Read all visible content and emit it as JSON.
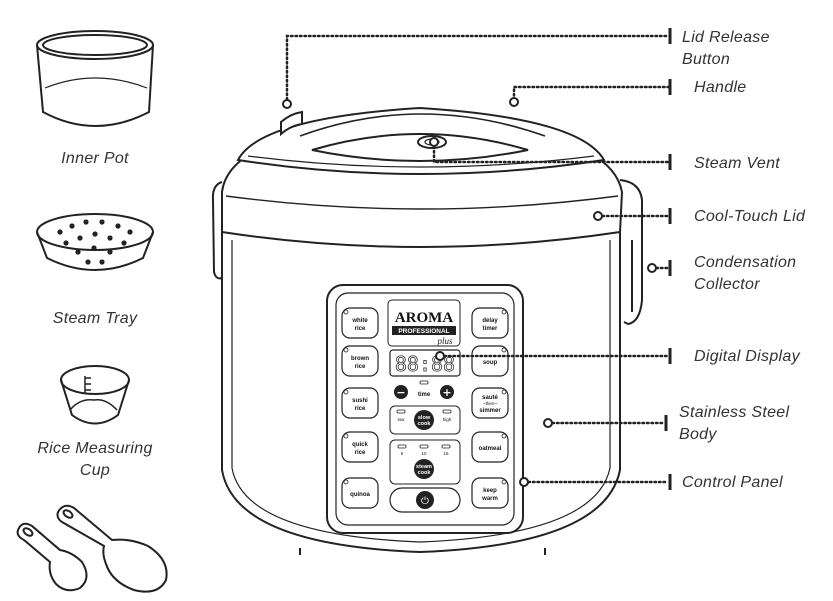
{
  "callouts": {
    "lid_release": [
      "Lid Release",
      "Button"
    ],
    "handle": "Handle",
    "steam_vent": "Steam Vent",
    "cool_touch_lid": "Cool-Touch Lid",
    "condensation": [
      "Condensation",
      "Collector"
    ],
    "digital_display": "Digital Display",
    "stainless_body": [
      "Stainless Steel",
      "Body"
    ],
    "control_panel": "Control Panel"
  },
  "accessories": {
    "inner_pot": "Inner Pot",
    "steam_tray": "Steam Tray",
    "measuring_cup": [
      "Rice Measuring",
      "Cup"
    ]
  },
  "panel": {
    "brand": "AROMA",
    "brand_sub": "PROFESSIONAL",
    "brand_plus": "plus",
    "display_digits": "88:88",
    "left_buttons": [
      [
        "white",
        "rice"
      ],
      [
        "brown",
        "rice"
      ],
      [
        "sushi",
        "rice"
      ],
      [
        "quick",
        "rice"
      ],
      [
        "quinoa"
      ]
    ],
    "right_buttons": [
      [
        "delay",
        "timer"
      ],
      [
        "soup"
      ],
      [
        "sauté",
        "~then~",
        "simmer"
      ],
      [
        "oatmeal"
      ],
      [
        "keep",
        "warm"
      ]
    ],
    "time_label": "time",
    "minus": "−",
    "plus": "+",
    "slow_cook": [
      "slow",
      "cook"
    ],
    "slow_low": "low",
    "slow_high": "high",
    "steam_cook": [
      "steam",
      "cook"
    ],
    "steam_times": [
      "5",
      "10",
      "15"
    ],
    "power_symbol": "⏻"
  },
  "icons": [
    "power-icon",
    "minus-icon",
    "plus-icon"
  ]
}
